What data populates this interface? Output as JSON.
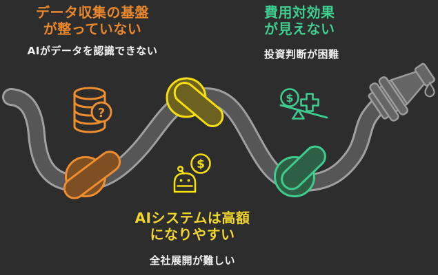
{
  "figure": {
    "background": "#2d2d2d",
    "hose_fill": "#565656",
    "hose_outline": "#a0a0a0",
    "subtitle_text_color": "#f1f1f1"
  },
  "problems": [
    {
      "id": "data-foundation",
      "accent": "#e8872b",
      "knot_outline": "#ee8e2e",
      "knot_fill": "#7d4f23",
      "title_line1": "データ収集の基盤",
      "title_line2": "が整っていない",
      "subtitle": "AIがデータを認識できない",
      "icon": "database-question-icon",
      "icon_glyph": "?"
    },
    {
      "id": "cost-effectiveness",
      "accent": "#3ecd8e",
      "knot_outline": "#3ecd8e",
      "knot_fill": "#2e5e44",
      "title_line1": "費用対効果",
      "title_line2": "が見えない",
      "subtitle": "投資判断が困難",
      "icon": "money-scale-icon",
      "icon_glyph": "$"
    },
    {
      "id": "ai-system-cost",
      "accent": "#f2d72b",
      "knot_outline": "#f7df0a",
      "knot_fill": "#6c6120",
      "title_line1": "AIシステムは高額",
      "title_line2": "になりやすい",
      "subtitle": "全社展開が難しい",
      "icon": "robot-dollar-icon",
      "icon_glyph": "$"
    }
  ]
}
